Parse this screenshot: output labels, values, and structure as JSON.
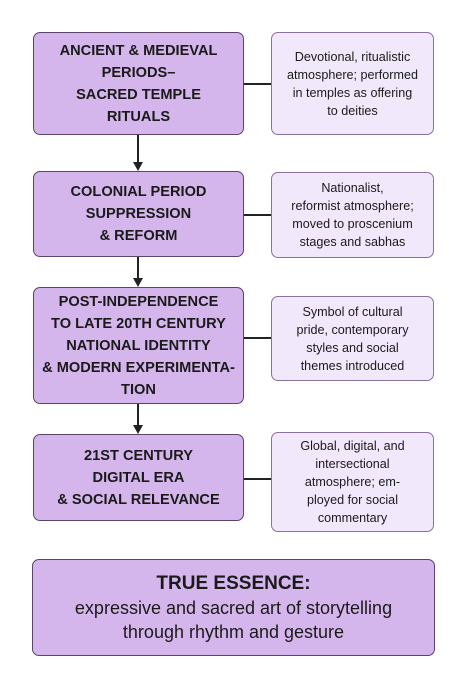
{
  "stages": [
    {
      "title": "ANCIENT & MEDIEVAL\nPERIODS–\nSACRED TEMPLE\nRITUALS",
      "note": "Devotional, ritualistic\natmosphere; performed\nin temples as offering\nto deities"
    },
    {
      "title": "COLONIAL PERIOD\nSUPPRESSION\n& REFORM",
      "note": "Nationalist,\nreformist atmosphere;\nmoved to proscenium\nstages and sabhas"
    },
    {
      "title": "POST-INDEPENDENCE\nTO LATE 20TH CENTURY\nNATIONAL IDENTITY\n& MODERN EXPERIMENTA-\nTION",
      "note": "Symbol of cultural\npride, contemporary\nstyles and social\nthemes introduced"
    },
    {
      "title": "21ST CENTURY\nDIGITAL ERA\n& SOCIAL RELEVANCE",
      "note": "Global, digital, and\nintersectional\natmosphere; em-\nployed for social\ncommentary"
    }
  ],
  "essence": {
    "title": "TRUE ESSENCE:",
    "text": "expressive and sacred art of storytelling\nthrough rhythm and gesture"
  }
}
